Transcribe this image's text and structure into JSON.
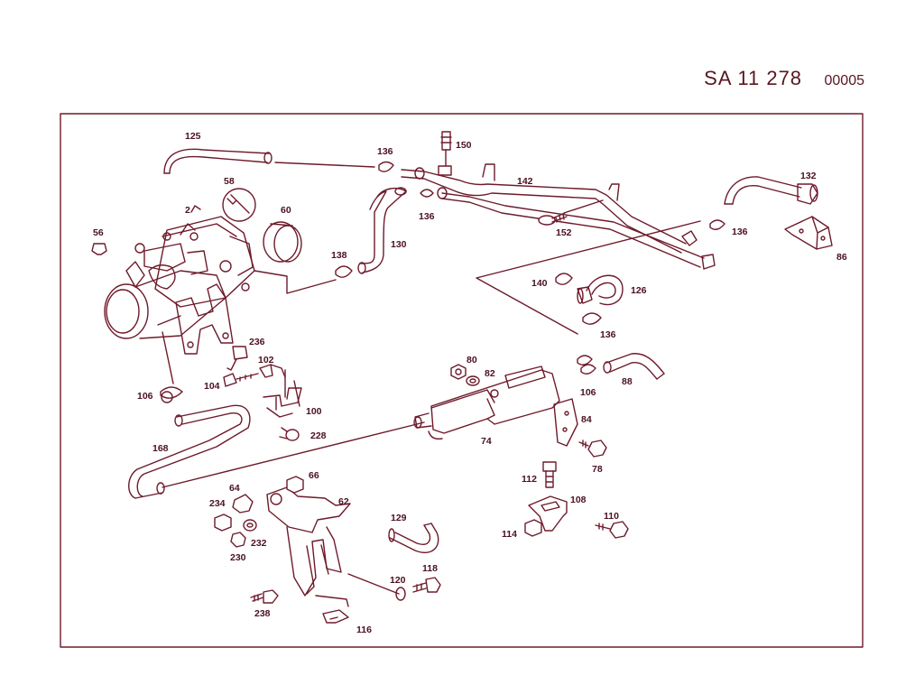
{
  "header": {
    "code": "SA   11 278",
    "sheet": "00005"
  },
  "labels": {
    "p125": "125",
    "p136a": "136",
    "p150": "150",
    "p142": "142",
    "p132": "132",
    "p136b": "136",
    "p152": "152",
    "p136c": "136",
    "p86": "86",
    "p58": "58",
    "p2": "2",
    "p60": "60",
    "p56": "56",
    "p138": "138",
    "p130": "130",
    "p140": "140",
    "p126": "126",
    "p136d": "136",
    "p236": "236",
    "p102": "102",
    "p104": "104",
    "p106a": "106",
    "p100": "100",
    "p80": "80",
    "p82": "82",
    "p106b": "106",
    "p88": "88",
    "p84": "84",
    "p228": "228",
    "p168": "168",
    "p74": "74",
    "p78": "78",
    "p112": "112",
    "p64": "64",
    "p66": "66",
    "p62": "62",
    "p234": "234",
    "p232": "232",
    "p230": "230",
    "p129": "129",
    "p108": "108",
    "p110": "110",
    "p114": "114",
    "p118": "118",
    "p120": "120",
    "p238": "238",
    "p116": "116"
  }
}
